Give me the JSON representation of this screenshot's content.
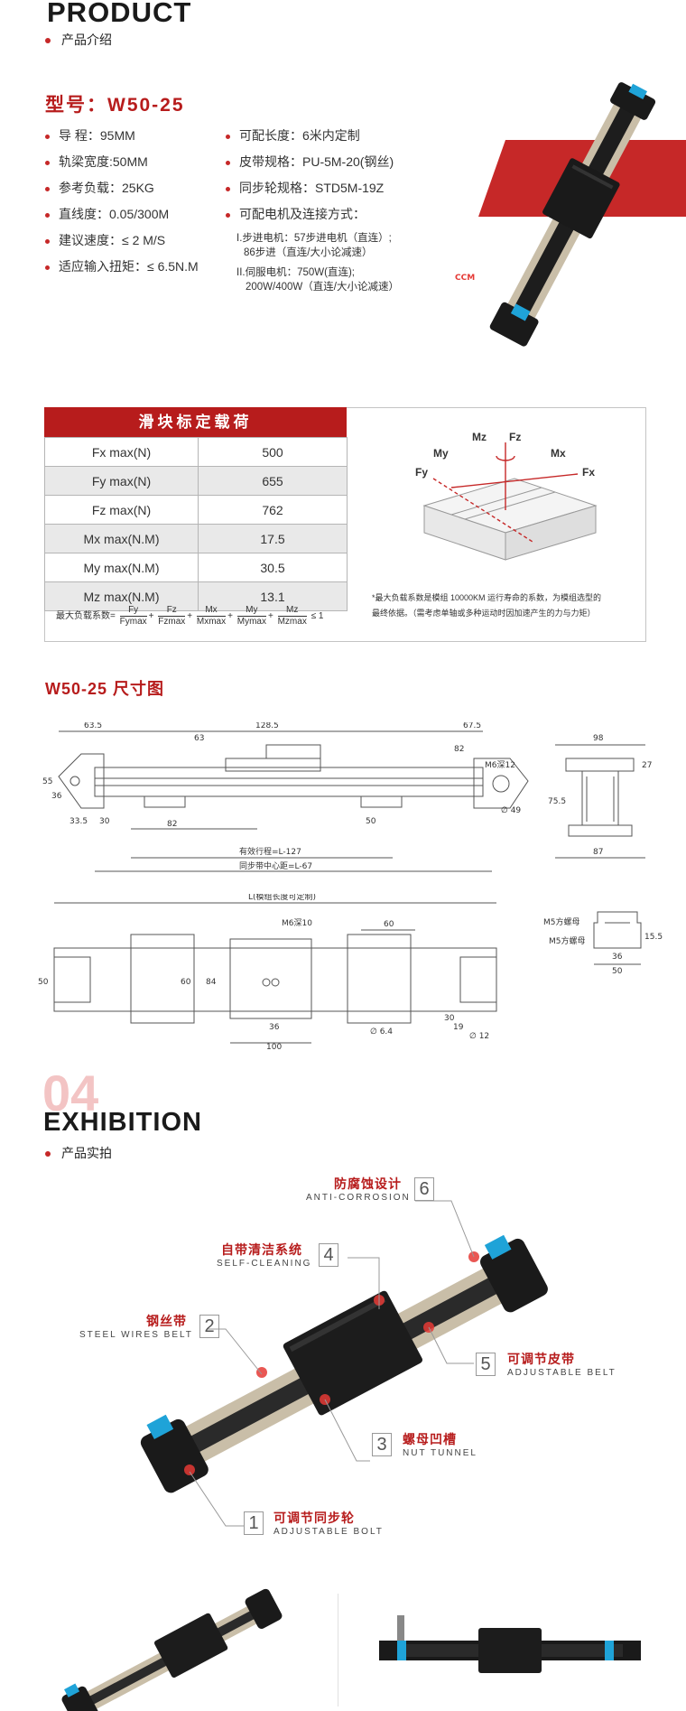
{
  "product": {
    "heading": "PRODUCT",
    "subheading": "产品介绍",
    "model": "型号：W50-25",
    "specs_left": [
      "导  程：95MM",
      "轨梁宽度:50MM",
      "参考负载：25KG",
      "直线度：0.05/300M",
      "建议速度：≤ 2 M/S",
      "适应输入扭矩：≤ 6.5N.M"
    ],
    "specs_right": [
      "可配长度：6米内定制",
      "皮带规格：PU-5M-20(钢丝)",
      "同步轮规格：STD5M-19Z",
      "可配电机及连接方式："
    ],
    "motor_notes": [
      "I.步进电机：57步进电机（直连）;",
      "86步进（直连/大小论减速）",
      "II.伺服电机：750W(直连);",
      "200W/400W（直连/大小论减速）"
    ],
    "logo_text": "CCM"
  },
  "load_table": {
    "title": "滑块标定载荷",
    "rows": [
      {
        "label": "Fx max(N)",
        "value": "500"
      },
      {
        "label": "Fy max(N)",
        "value": "655"
      },
      {
        "label": "Fz max(N)",
        "value": "762"
      },
      {
        "label": "Mx max(N.M)",
        "value": "17.5"
      },
      {
        "label": "My max(N.M)",
        "value": "30.5"
      },
      {
        "label": "Mz max(N.M)",
        "value": "13.1"
      }
    ],
    "formula": {
      "prefix": "最大负载系数=",
      "terms": [
        [
          "Fy",
          "Fymax"
        ],
        [
          "Fz",
          "Fzmax"
        ],
        [
          "Mx",
          "Mxmax"
        ],
        [
          "My",
          "Mymax"
        ],
        [
          "Mz",
          "Mzmax"
        ]
      ],
      "suffix": "≤ 1"
    },
    "axis_labels": {
      "mz": "Mz",
      "fz": "Fz",
      "my": "My",
      "mx": "Mx",
      "fy": "Fy",
      "fx": "Fx"
    },
    "note_lines": [
      "*最大负载系数是模组 10000KM 运行寿命的系数，为模组选型的",
      "最终依据。（需考虑单轴或多种运动时因加速产生的力与力矩）"
    ]
  },
  "dimensions": {
    "title": "W50-25 尺寸图",
    "side": {
      "d1": "63.5",
      "d2": "128.5",
      "d3": "63",
      "d4": "67.5",
      "d5": "M6深12",
      "d6": "∅ 49",
      "d7": "33.5",
      "d8": "30",
      "d9": "82",
      "d10": "50",
      "d11": "有效行程=L-127",
      "d12": "同步带中心距=L-67",
      "d13": "55",
      "d14": "36",
      "d15": "82"
    },
    "end": {
      "w": "98",
      "h": "75.5",
      "t": "27",
      "b": "87"
    },
    "top": {
      "total": "L(模组长度可定制)",
      "bolt": "M6深10",
      "d60": "60",
      "d36": "36",
      "d100": "100",
      "hole": "∅ 6.4",
      "shaft": "∅ 12",
      "d50": "50",
      "d60b": "60",
      "d84": "84",
      "d30": "30",
      "d19": "19"
    },
    "section": {
      "m5a": "M5方螺母",
      "m5b": "M5方螺母",
      "d36": "36",
      "d50": "50",
      "d15": "15.5"
    }
  },
  "exhibition": {
    "big_number": "04",
    "heading": "EXHIBITION",
    "subheading": "产品实拍",
    "callouts": [
      {
        "num": "6",
        "cn": "防腐蚀设计",
        "en": "ANTI-CORROSION"
      },
      {
        "num": "4",
        "cn": "自带清洁系统",
        "en": "SELF-CLEANING"
      },
      {
        "num": "2",
        "cn": "钢丝带",
        "en": "STEEL WIRES BELT"
      },
      {
        "num": "5",
        "cn": "可调节皮带",
        "en": "ADJUSTABLE BELT"
      },
      {
        "num": "3",
        "cn": "螺母凹槽",
        "en": "NUT TUNNEL"
      },
      {
        "num": "1",
        "cn": "可调节同步轮",
        "en": "ADJUSTABLE BOLT"
      }
    ]
  },
  "colors": {
    "accent": "#b71c1c",
    "rail": "#c8b89a",
    "body": "#1a1a1a",
    "cap": "#1fa3d8"
  }
}
